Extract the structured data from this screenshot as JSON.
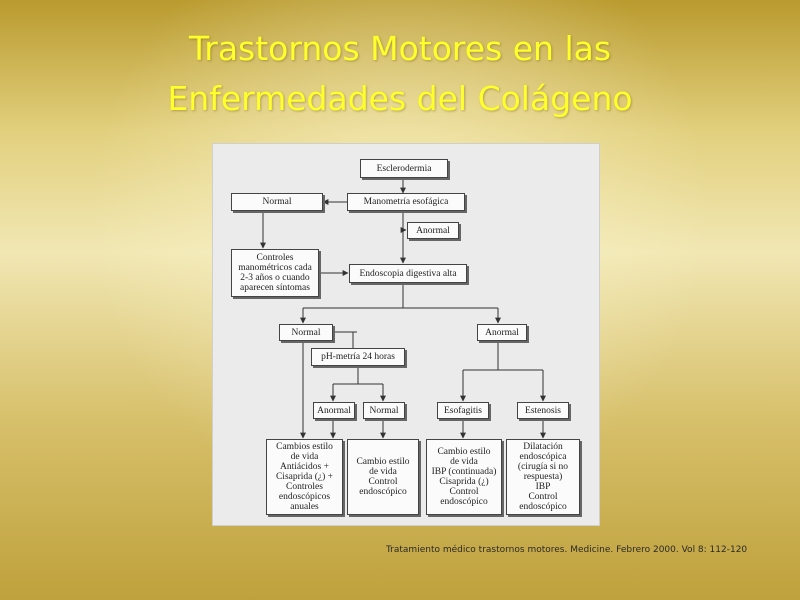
{
  "title": {
    "line1": "Trastornos Motores en las",
    "line2": "Enfermedades del Colágeno"
  },
  "flowchart": {
    "esclerodermia": "Esclerodermia",
    "manometria": "Manometría esofágica",
    "normal_1": "Normal",
    "anormal_1": "Anormal",
    "controles": "Controles\nmanométricos cada\n2-3 años o cuando\naparecen síntomas",
    "endoscopia": "Endoscopia digestiva alta",
    "normal_2": "Normal",
    "anormal_2": "Anormal",
    "phmetria": "pH-metría 24 horas",
    "anormal_3": "Anormal",
    "normal_3": "Normal",
    "esofagitis": "Esofagitis",
    "estenosis": "Estenosis",
    "outcome_1": "Cambios estilo\nde vida\nAntiácidos +\nCisaprida (¿) +\nControles\nendoscópicos\nanuales",
    "outcome_2": "Cambio estilo\nde vida\nControl\nendoscópico",
    "outcome_3": "Cambio estilo\nde vida\nIBP (continuada)\nCisaprida (¿)\nControl\nendoscópico",
    "outcome_4": "Dilatación\nendoscópica\n(cirugía si no\nrespuesta)\nIBP\nControl\nendoscópico"
  },
  "citation": "Tratamiento médico trastornos motores. Medicine. Febrero 2000. Vol 8: 112-120"
}
